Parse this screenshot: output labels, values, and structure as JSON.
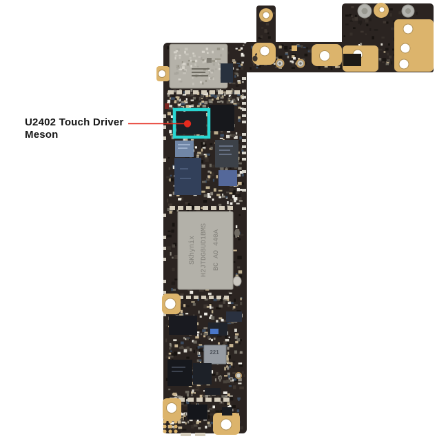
{
  "annotation": {
    "line1": "U2402 Touch Driver",
    "line2": "Meson",
    "text_color": "#151515",
    "highlight_color": "#29d6d2",
    "callout_color": "#e52a1e"
  },
  "board": {
    "base_color": "#2b2421",
    "gold_color": "#dcb46c",
    "shield_color": "#b5b2a9",
    "nand_color": "#b3b1a9",
    "markings": {
      "nand_line1": "SKhynix",
      "nand_line2": "H2JTDG8UD1BMS",
      "nand_line3": "BC   AO  440A",
      "audio_code": "221"
    },
    "speckle_palette": [
      "#c7b491",
      "#d8d5cc",
      "#efede6",
      "#8d887e",
      "#bcae8e",
      "#6b675e",
      "#4a443d",
      "#3a4a5e"
    ],
    "dark_palette": [
      "#211c19",
      "#362f2a",
      "#1a1613",
      "#3e3630",
      "#171310"
    ],
    "shield_speckle": [
      "#c6c3ba",
      "#a9a69d",
      "#d6d3ca",
      "#989589"
    ]
  }
}
